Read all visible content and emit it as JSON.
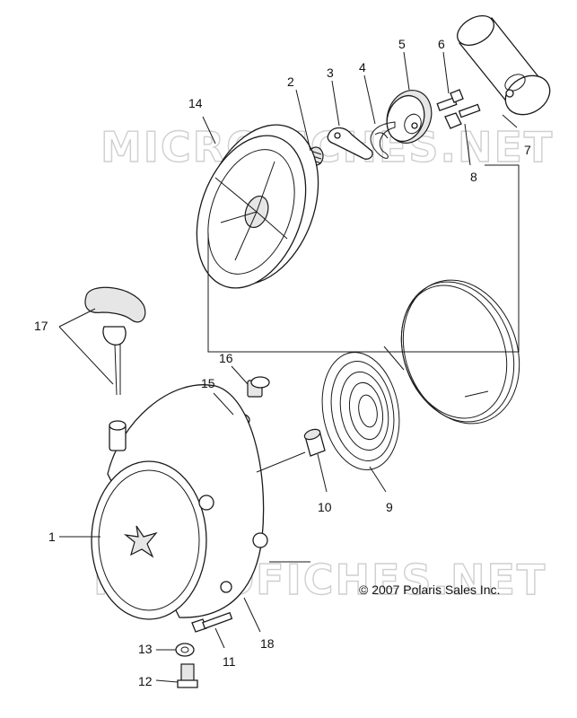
{
  "watermarks": [
    "MICROFICHES.NET",
    "MICROFICHES.NET"
  ],
  "copyright": "© 2007 Polaris Sales Inc.",
  "callouts": [
    "1",
    "2",
    "3",
    "4",
    "5",
    "6",
    "7",
    "8",
    "9",
    "10",
    "11",
    "12",
    "13",
    "14",
    "15",
    "16",
    "17",
    "18"
  ]
}
